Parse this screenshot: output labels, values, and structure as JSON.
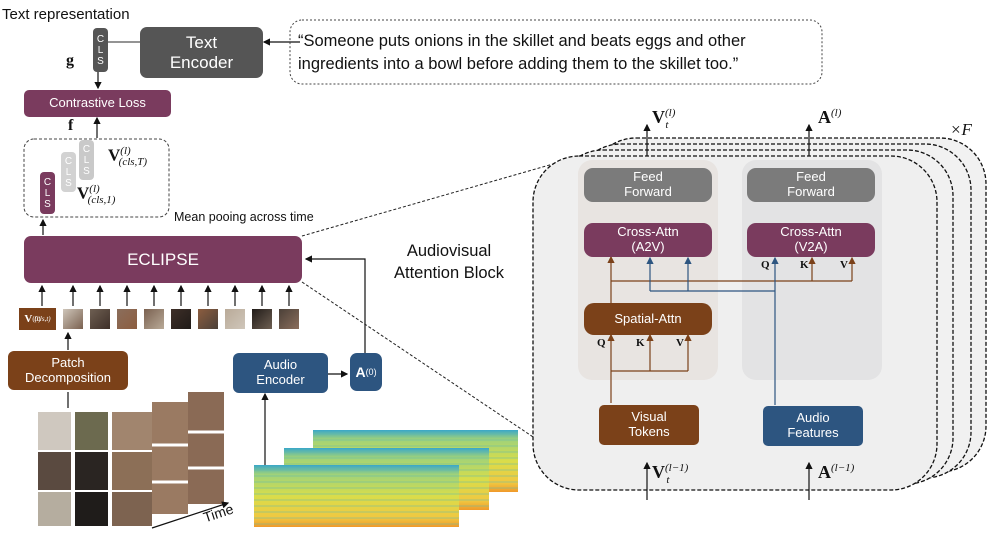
{
  "text_branch": {
    "title": "Text representation",
    "g_label": "g",
    "cls_letters": [
      "C",
      "L",
      "S"
    ],
    "text_encoder": [
      "Text",
      "Encoder"
    ],
    "caption_line1": "“Someone puts onions in the skillet and beats eggs and other",
    "caption_line2": "ingredients into a bowl before adding them to the skillet too.”"
  },
  "loss": {
    "label": "Contrastive Loss",
    "f_label": "f"
  },
  "pooling": {
    "v_cls_T": "V",
    "v_cls_T_sup": "(l)",
    "v_cls_T_sub": "(cls,T)",
    "v_cls_1": "V",
    "v_cls_1_sup": "(l)",
    "v_cls_1_sub": "(cls,1)",
    "caption": "Mean pooing across time"
  },
  "eclipse": {
    "label": "ECLIPSE"
  },
  "tokens": {
    "first_main": "V",
    "first_sup": "(0)",
    "first_sub": "(cls,t)"
  },
  "patch_decomposition": [
    "Patch",
    "Decomposition"
  ],
  "audio_encoder": [
    "Audio",
    "Encoder"
  ],
  "a0": {
    "main": "A",
    "sup": "(0)"
  },
  "time_label": "Time",
  "block_title": [
    "Audiovisual",
    "Attention Block"
  ],
  "attention_block": {
    "repeat": "×F",
    "out_v": {
      "main": "V",
      "sub": "t",
      "sup": "(l)"
    },
    "out_a": {
      "main": "A",
      "sup": "(l)"
    },
    "in_v": {
      "main": "V",
      "sub": "t",
      "sup": "(l−1)"
    },
    "in_a": {
      "main": "A",
      "sup": "(l−1)"
    },
    "ff_left": [
      "Feed",
      "Forward"
    ],
    "ff_right": [
      "Feed",
      "Forward"
    ],
    "cross_a2v": [
      "Cross-Attn",
      "(A2V)"
    ],
    "cross_v2a": [
      "Cross-Attn",
      "(V2A)"
    ],
    "spatial": "Spatial-Attn",
    "visual_tokens": [
      "Visual",
      "Tokens"
    ],
    "audio_features": [
      "Audio",
      "Features"
    ],
    "qkv": [
      "Q",
      "K",
      "V"
    ]
  },
  "colors": {
    "purple": "#7a3b5e",
    "brown": "#7b4119",
    "blue": "#2d5580",
    "dark_gray": "#555555",
    "ff_gray": "#7b7b7b",
    "cls_light": "#c9c9c9"
  }
}
